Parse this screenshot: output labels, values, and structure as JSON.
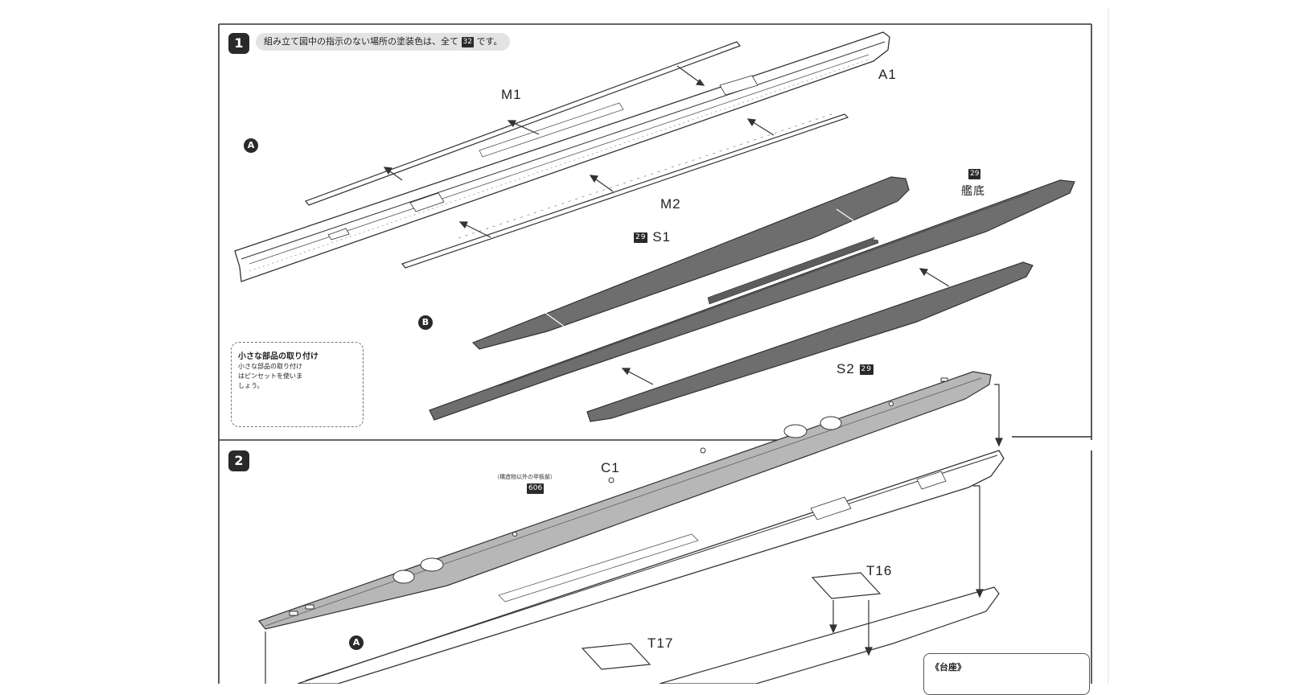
{
  "step1": {
    "number": "1",
    "instruction_before": "組み立て図中の指示のない場所の塗装色は、全て",
    "instruction_code": "32",
    "instruction_after": "です。",
    "marker_a": "A",
    "marker_b": "B",
    "label_m1": "M1",
    "label_a1": "A1",
    "label_m2": "M2",
    "label_s1": "S1",
    "code_s1": "29",
    "label_hull_bottom": "艦底",
    "code_hull_bottom": "29",
    "label_s2": "S2",
    "code_s2": "29"
  },
  "tip": {
    "title": "小さな部品の取り付け",
    "text": "小さな部品の取り付けはピンセットを使いましょう。"
  },
  "step2": {
    "number": "2",
    "label_c1": "C1",
    "note_deck": "（構造物以外の甲板部）",
    "code_deck": "606",
    "label_t16": "T16",
    "label_t17": "T17",
    "marker_a": "A"
  },
  "base": {
    "label": "《台座》"
  },
  "colors": {
    "line": "#333333",
    "hull_gray": "#6e6e6e",
    "deck_gray": "#b7b7b7",
    "badge": "#2a2a2a"
  }
}
